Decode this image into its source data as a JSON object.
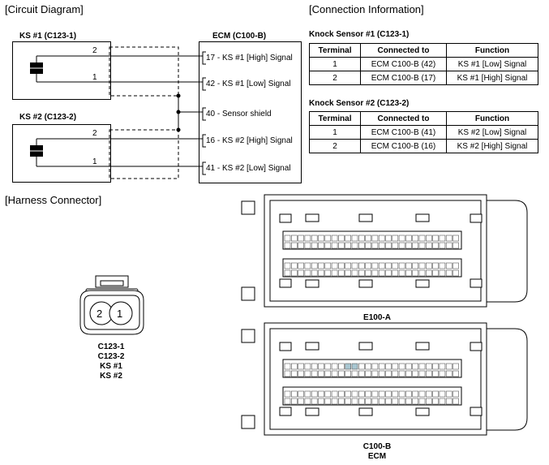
{
  "headers": {
    "circuit": "[Circuit Diagram]",
    "connection": "[Connection Information]",
    "harness": "[Harness Connector]"
  },
  "circuit": {
    "ks1_title": "KS #1 (C123-1)",
    "ks2_title": "KS #2 (C123-2)",
    "ecm_title": "ECM (C100-B)",
    "ks1_pins": [
      "2",
      "1"
    ],
    "ks2_pins": [
      "2",
      "1"
    ],
    "ecm_pins": [
      {
        "num": "17",
        "label": " - KS #1 [High] Signal"
      },
      {
        "num": "42",
        "label": " - KS #1 [Low] Signal"
      },
      {
        "num": "40",
        "label": " - Sensor shield"
      },
      {
        "num": "16",
        "label": " - KS #2 [High] Signal"
      },
      {
        "num": "41",
        "label": " - KS #2 [Low] Signal"
      }
    ]
  },
  "tables": [
    {
      "title": "Knock Sensor #1 (C123-1)",
      "columns": [
        "Terminal",
        "Connected to",
        "Function"
      ],
      "rows": [
        [
          "1",
          "ECM C100-B (42)",
          "KS #1 [Low] Signal"
        ],
        [
          "2",
          "ECM C100-B (17)",
          "KS #1 [High] Signal"
        ]
      ]
    },
    {
      "title": "Knock Sensor #2 (C123-2)",
      "columns": [
        "Terminal",
        "Connected to",
        "Function"
      ],
      "rows": [
        [
          "1",
          "ECM C100-B (41)",
          "KS #2 [Low] Signal"
        ],
        [
          "2",
          "ECM C100-B (16)",
          "KS #2 [High] Signal"
        ]
      ]
    }
  ],
  "harness": {
    "small_pins": [
      "2",
      "1"
    ],
    "small_caption": [
      "C123-1",
      "C123-2",
      "KS #1",
      "KS #2"
    ],
    "e100a_caption": "E100-A",
    "c100b_caption": [
      "C100-B",
      "ECM"
    ],
    "highlight_color": "#a9c7d2"
  }
}
